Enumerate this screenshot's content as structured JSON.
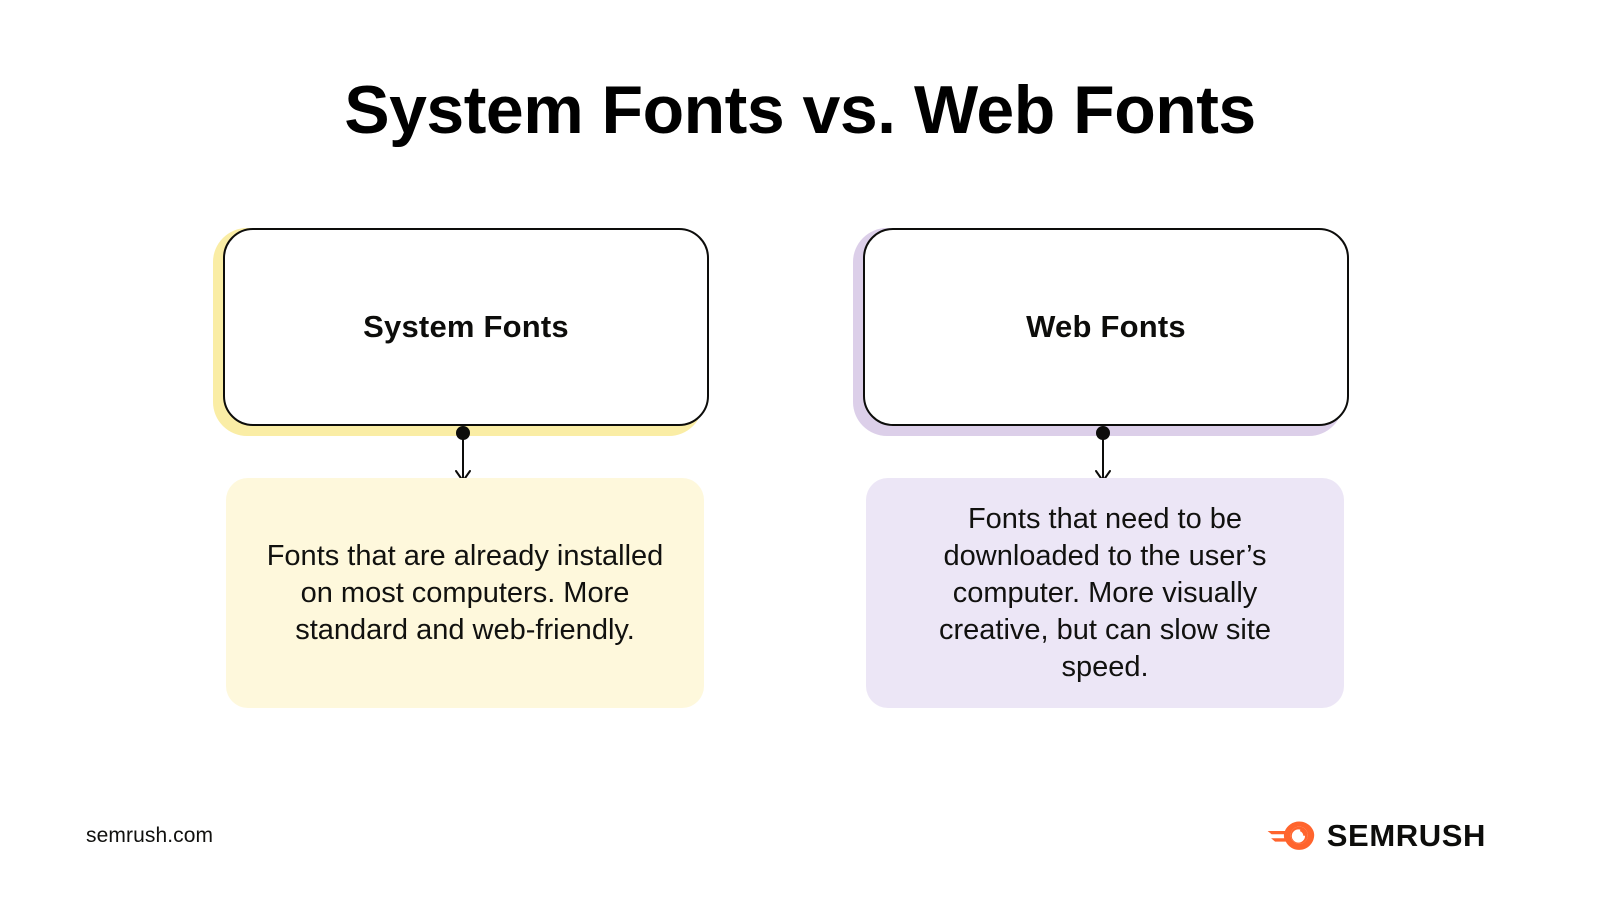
{
  "page": {
    "title": "System Fonts vs. Web Fonts",
    "background_color": "#FFFFFF"
  },
  "columns": [
    {
      "id": "system-fonts",
      "card_label": "System Fonts",
      "description": "Fonts that are already installed on most computers. More standard and web-friendly.",
      "accent_color": "#FAEDA5",
      "panel_color": "#FEF8DC",
      "border_color": "#0D0D0B"
    },
    {
      "id": "web-fonts",
      "card_label": "Web Fonts",
      "description": "Fonts that need to be downloaded to the user’s computer. More visually creative, but can slow site speed.",
      "accent_color": "#DCCFE9",
      "panel_color": "#ECE6F6",
      "border_color": "#0D0D0B"
    }
  ],
  "footer": {
    "url": "semrush.com",
    "logo_wordmark": "SEMRUSH",
    "logo_mark_color": "#FF642D",
    "logo_text_color": "#0D0D0B"
  }
}
